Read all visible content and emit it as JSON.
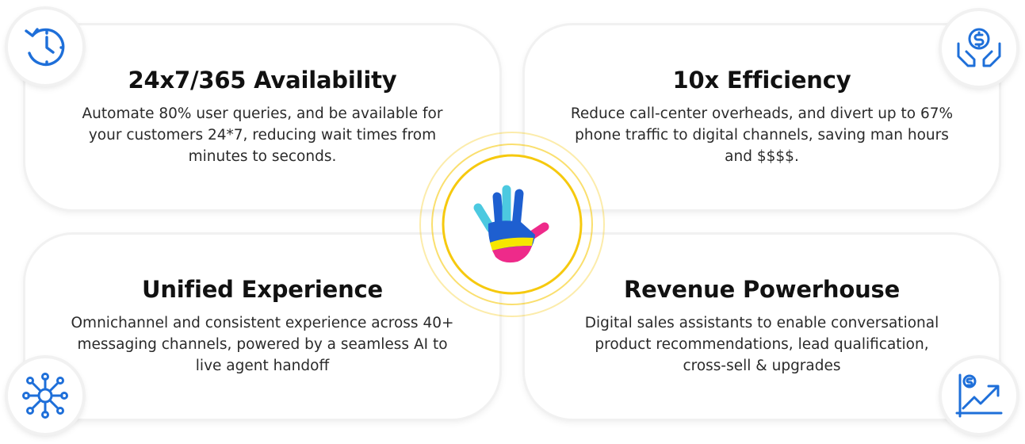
{
  "cards": [
    {
      "title": "24x7/365 Availability",
      "body": "Automate 80% user queries, and be available for your customers 24*7, reducing wait times from minutes to seconds."
    },
    {
      "title": "10x Efficiency",
      "body": "Reduce call-center overheads, and divert up to 67% phone traffic to digital channels, saving man hours and $$$$."
    },
    {
      "title": "Unified Experience",
      "body": "Omnichannel and consistent experience across 40+ messaging channels, powered by a seamless AI to live agent handoff"
    },
    {
      "title": "Revenue Powerhouse",
      "body": "Digital sales assistants to enable conversational product recommendations, lead qualification, cross-sell & upgrades"
    }
  ],
  "icons": [
    "clock-icon",
    "money-hands-icon",
    "network-icon",
    "growth-chart-icon",
    "hand-logo-icon"
  ],
  "colors": {
    "accent_blue": "#1e6fd9",
    "ring_yellow": "#f6c90e",
    "text": "#111111"
  }
}
